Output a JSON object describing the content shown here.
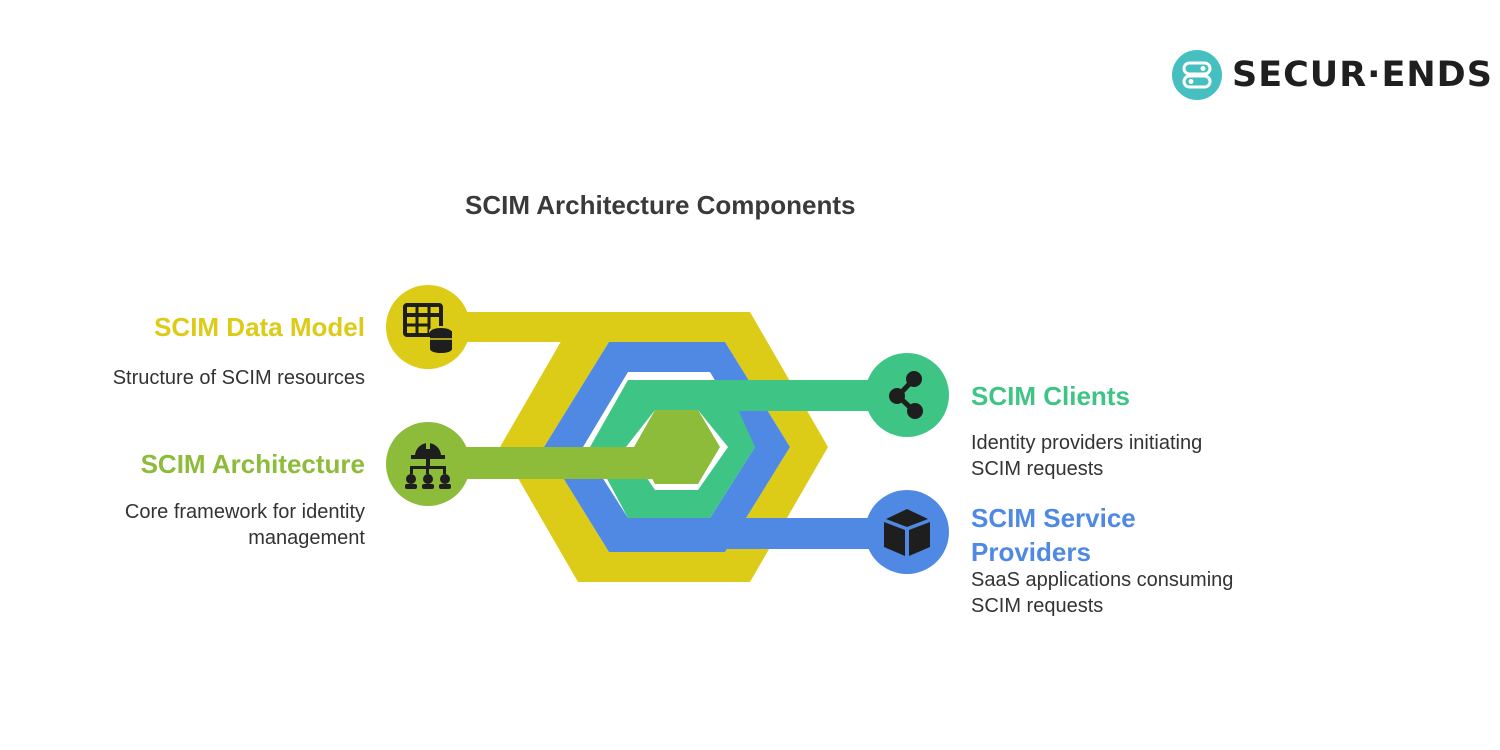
{
  "title": "SCIM Architecture Components",
  "logo": {
    "text": "SECUR·ENDS",
    "color": "#45bfbf"
  },
  "colors": {
    "yellow": "#dccb17",
    "blue": "#4f89e4",
    "green": "#3ec585",
    "lime": "#8dbb3a",
    "dark": "#1e1e1e"
  },
  "items": [
    {
      "title": "SCIM Data Model",
      "desc": "Structure of SCIM resources",
      "icon": "table-database-icon",
      "color": "#dccb17"
    },
    {
      "title": "SCIM Architecture",
      "desc": "Core framework for identity management",
      "icon": "org-chart-hardhat-icon",
      "color": "#8dbb3a"
    },
    {
      "title": "SCIM Clients",
      "desc": "Identity providers initiating SCIM requests",
      "icon": "share-nodes-icon",
      "color": "#3ec585"
    },
    {
      "title": "SCIM Service Providers",
      "desc": "SaaS applications consuming SCIM requests",
      "icon": "cube-box-icon",
      "color": "#4f89e4"
    }
  ]
}
